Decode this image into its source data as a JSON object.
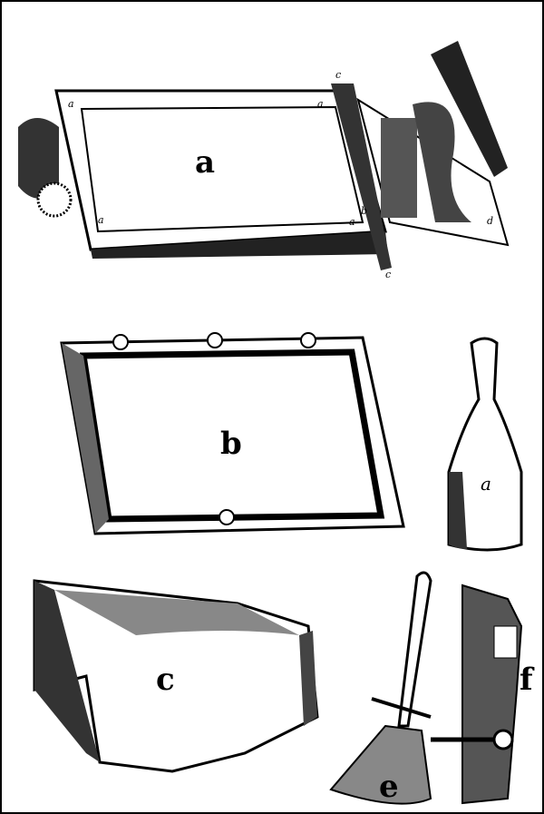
{
  "figures": {
    "frame_assembly": {
      "label": "a",
      "corner_labels": [
        "a",
        "a",
        "a",
        "a"
      ],
      "side_labels": [
        "c",
        "c",
        "b",
        "d"
      ]
    },
    "frame": {
      "label": "b"
    },
    "mallet": {
      "label": "a"
    },
    "tray": {
      "label": "c"
    },
    "spatula": {
      "label": "e"
    },
    "clamp": {
      "label": "f"
    }
  },
  "colors": {
    "ink": "#000000",
    "paper": "#ffffff"
  }
}
